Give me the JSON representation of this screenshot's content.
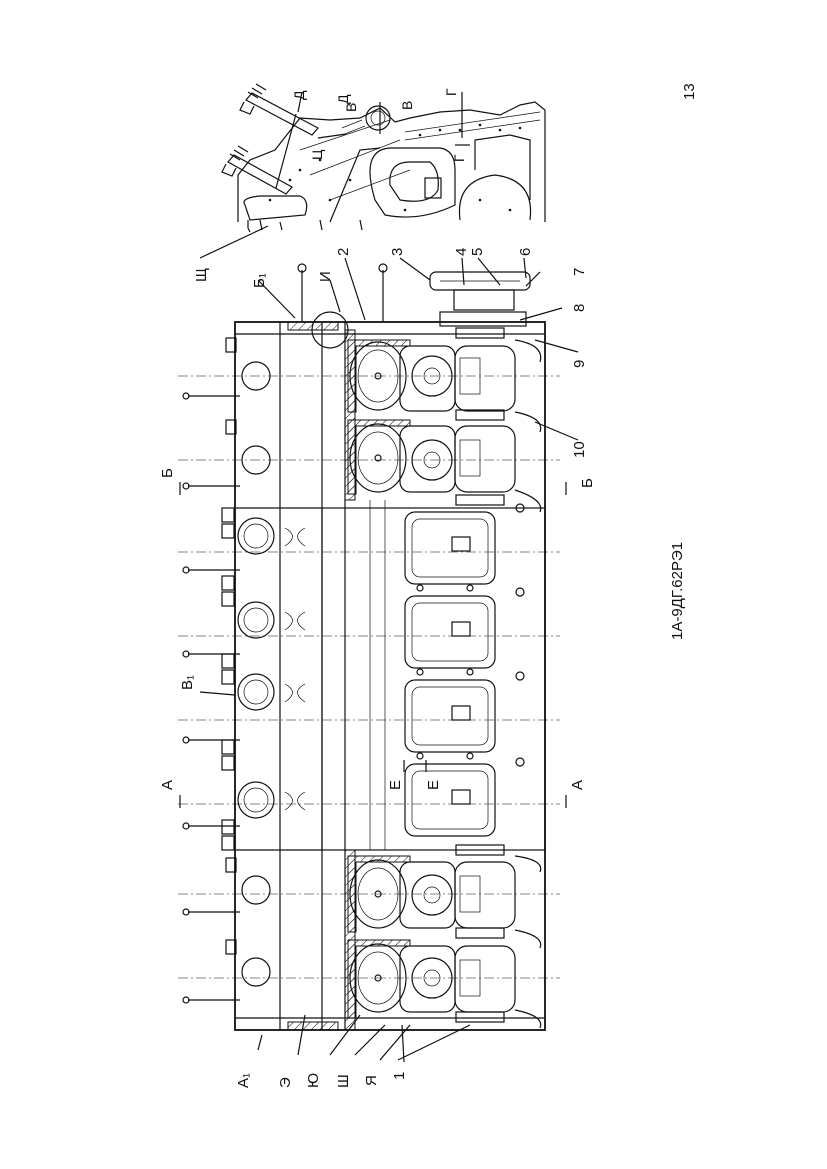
{
  "page": {
    "number": "13",
    "doc_code": "1А-9ДГ.62РЭ1"
  },
  "labels": {
    "A1": "А₁",
    "E": "Э",
    "Yu": "Ю",
    "Sh": "Ш",
    "Ya": "Я",
    "n1": "1",
    "A_top": "А",
    "A_bottom": "А",
    "V1": "В₁",
    "B_top": "Б",
    "B_bottom": "Б",
    "E_left": "Е",
    "E_right": "Е",
    "n2": "2",
    "n3": "3",
    "n4": "4",
    "n5": "5",
    "n6": "6",
    "n7": "7",
    "n8": "8",
    "n9": "9",
    "n10": "10",
    "I": "И",
    "B1": "Б₁",
    "Shch": "Щ",
    "D_left": "Д",
    "D_right": "Д",
    "Ts": "Ц",
    "V_left": "В",
    "V_right": "В",
    "G_top": "Г",
    "G_mid": "Г"
  }
}
